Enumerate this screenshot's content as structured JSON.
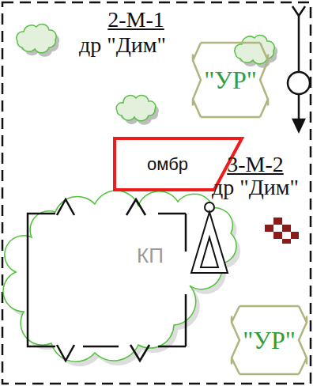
{
  "diagram": {
    "nodes": [
      {
        "text": [
          "\"УР\""
        ]
      },
      {
        "text": [
          "омбр"
        ]
      },
      {
        "text": [
          "\"УР\""
        ]
      }
    ],
    "labels": [
      "2-М-1",
      "др \"Дим\"",
      "3-М-2",
      "др \"Дим\"",
      "КП"
    ]
  }
}
